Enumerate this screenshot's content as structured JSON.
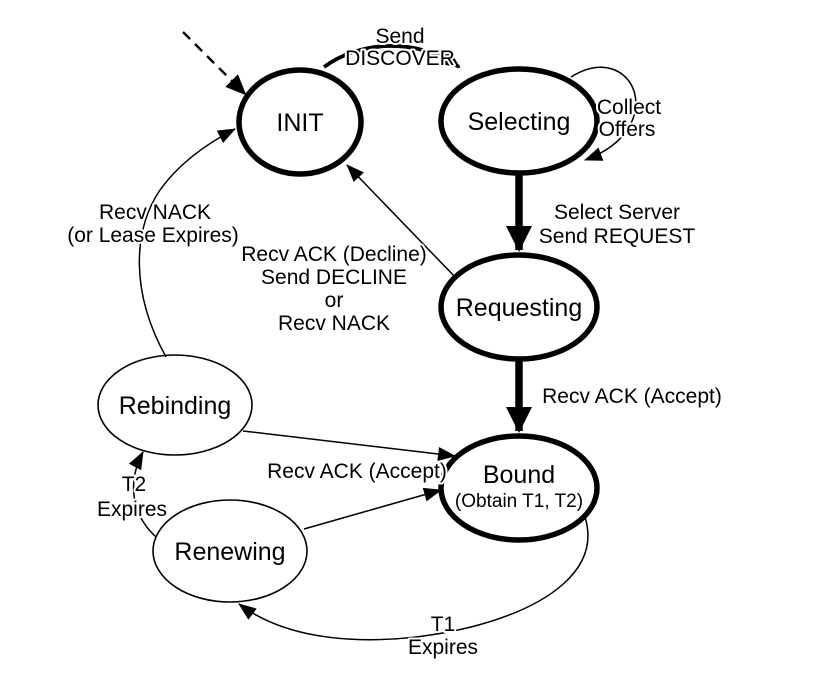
{
  "colors": {
    "ink": "#000000",
    "background": "#ffffff"
  },
  "states": {
    "init": {
      "label": "INIT"
    },
    "selecting": {
      "label": "Selecting"
    },
    "requesting": {
      "label": "Requesting"
    },
    "bound": {
      "label": "Bound",
      "sublabel": "(Obtain T1, T2)"
    },
    "rebinding": {
      "label": "Rebinding"
    },
    "renewing": {
      "label": "Renewing"
    }
  },
  "transitions": {
    "init_to_selecting": {
      "lines": [
        "Send",
        "DISCOVER"
      ]
    },
    "selecting_self": {
      "lines": [
        "Collect",
        "Offers"
      ]
    },
    "selecting_to_requesting": {
      "lines": [
        "Select Server",
        "Send REQUEST"
      ]
    },
    "requesting_to_bound": {
      "label": "Recv ACK (Accept)"
    },
    "requesting_to_init": {
      "lines": [
        "Recv ACK (Decline)",
        "Send DECLINE",
        "or",
        "Recv NACK"
      ]
    },
    "rebinding_to_init": {
      "lines": [
        "Recv NACK",
        "(or Lease Expires)"
      ]
    },
    "renewing_to_bound": {
      "label": "Recv ACK (Accept)"
    },
    "renewing_to_rebinding": {
      "lines": [
        "T2",
        "Expires"
      ]
    },
    "bound_to_renewing": {
      "lines": [
        "T1",
        "Expires"
      ]
    }
  }
}
